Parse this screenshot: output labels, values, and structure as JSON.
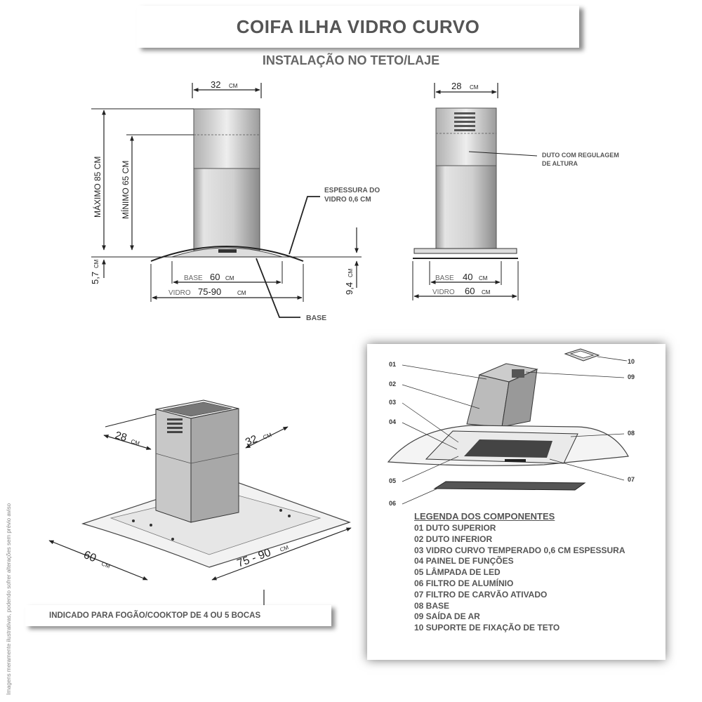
{
  "title": "COIFA ILHA VIDRO CURVO",
  "subtitle": "INSTALAÇÃO NO TETO/LAJE",
  "front_view": {
    "width_num": "32",
    "width_unit": "CM",
    "max_label": "MÁXIMO 85 CM",
    "min_label": "MÍNIMO 65 CM",
    "left_offset": "5,7",
    "left_offset_unit": "CM",
    "base_word": "BASE",
    "base_num": "60",
    "base_unit": "CM",
    "glass_word": "VIDRO",
    "glass_num": "75-90",
    "glass_unit": "CM",
    "thickness_line1": "ESPESSURA DO",
    "thickness_line2": "VIDRO 0,6 CM",
    "right_offset": "9,4",
    "right_offset_unit": "CM",
    "base_pointer": "BASE"
  },
  "side_view": {
    "width_num": "28",
    "width_unit": "CM",
    "duct_line1": "DUTO COM REGULAGEM",
    "duct_line2": "DE ALTURA",
    "base_word": "BASE",
    "base_num": "40",
    "base_unit": "CM",
    "glass_word": "VIDRO",
    "glass_num": "60",
    "glass_unit": "CM"
  },
  "iso_view": {
    "d28": "28",
    "d32": "32",
    "d60": "60",
    "d7590": "75 - 90",
    "unit": "CM"
  },
  "note": "INDICADO PARA FOGÃO/COOKTOP DE 4 OU 5 BOCAS",
  "side_disclaimer": "Imagens meramente ilustrativas, podendo sofrer alterações sem prévio aviso",
  "exploded_numbers": [
    "01",
    "02",
    "03",
    "04",
    "05",
    "06",
    "07",
    "08",
    "09",
    "10"
  ],
  "legend": {
    "title": "LEGENDA DOS COMPONENTES",
    "items": [
      "01 DUTO SUPERIOR",
      "02 DUTO INFERIOR",
      "03 VIDRO CURVO TEMPERADO 0,6 CM ESPESSURA",
      "04 PAINEL DE FUNÇÕES",
      "05 LÂMPADA DE LED",
      "06 FILTRO DE ALUMÍNIO",
      "07 FILTRO DE CARVÃO ATIVADO",
      "08 BASE",
      "09 SAÍDA DE AR",
      "10 SUPORTE DE  FIXAÇÃO DE TETO"
    ]
  }
}
